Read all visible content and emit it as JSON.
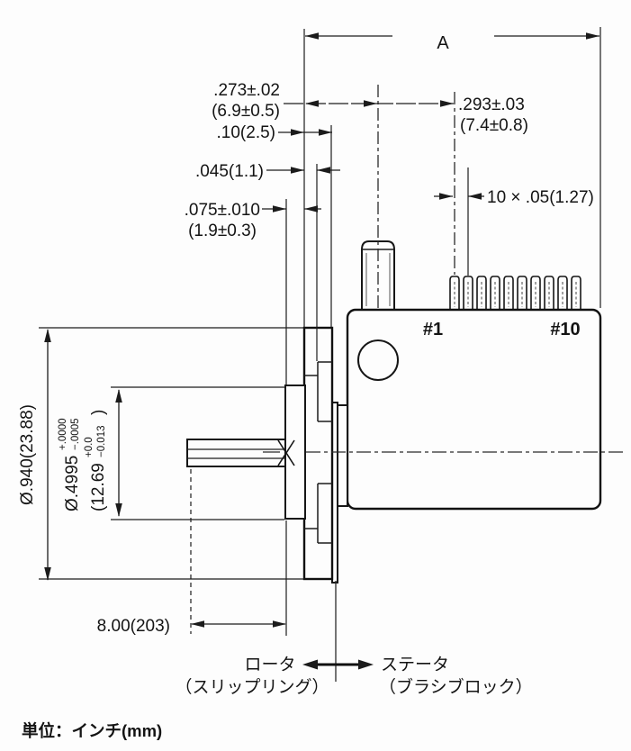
{
  "title": "slip-ring assembly dimensional drawing",
  "units_note": "単位：インチ(mm)",
  "dims": {
    "a": "A",
    "d273_in": ".273±.02",
    "d273_mm": "(6.9±0.5)",
    "d10": ".10(2.5)",
    "d045": ".045(1.1)",
    "d075_in": ".075±.010",
    "d075_mm": "(1.9±0.3)",
    "d293_in": ".293±.03",
    "d293_mm": "(7.4±0.8)",
    "pitch": "10 × .05(1.27)",
    "dia940": "Ø.940(23.88)",
    "dia4995_main": "Ø.4995",
    "dia4995_tol_plus": "+.0000",
    "dia4995_tol_minus": "−.0005",
    "dia4995_mm_open": "(12.69",
    "dia4995_mm_plus": "+0.0",
    "dia4995_mm_minus": "−0.013",
    "dia4995_mm_close": ")",
    "d800": "8.00(203)"
  },
  "labels": {
    "pin_first": "#1",
    "pin_last": "#10",
    "rotor_line1": "ロータ",
    "rotor_line2": "（スリップリング）",
    "stator_line1": "ステータ",
    "stator_line2": "（ブラシブロック）"
  },
  "colors": {
    "line": "#1b1b1b",
    "background": "#fdfdfd"
  }
}
